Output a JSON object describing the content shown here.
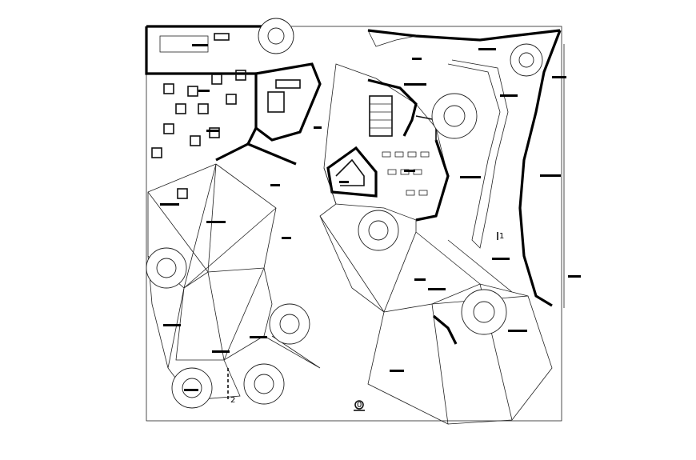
{
  "drawing": {
    "label_north_marker": "1",
    "label_south_marker": "2",
    "north_symbol_glyph": "0",
    "line_color": "#000000",
    "background": "#ffffff"
  }
}
